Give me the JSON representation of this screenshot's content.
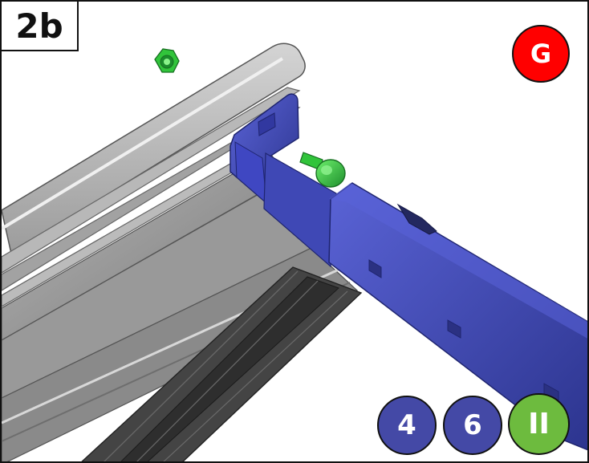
{
  "step": {
    "label": "2b"
  },
  "badges": {
    "top_right": "G",
    "bottom_1": "4",
    "bottom_2": "6",
    "bottom_3": "II"
  },
  "colors": {
    "frame": "#111111",
    "step_bg": "#ffffff",
    "badge_red": "#ff0000",
    "badge_blue": "#4449a6",
    "badge_green": "#6dbb3e",
    "profile_gray": "#a8a8a8",
    "profile_dark": "#4b4b4b",
    "rail_blue": "#3f48b5",
    "pin_green": "#31c43b"
  },
  "icons": {
    "top_nut": "green-nut-icon",
    "pin": "green-pin-icon"
  }
}
